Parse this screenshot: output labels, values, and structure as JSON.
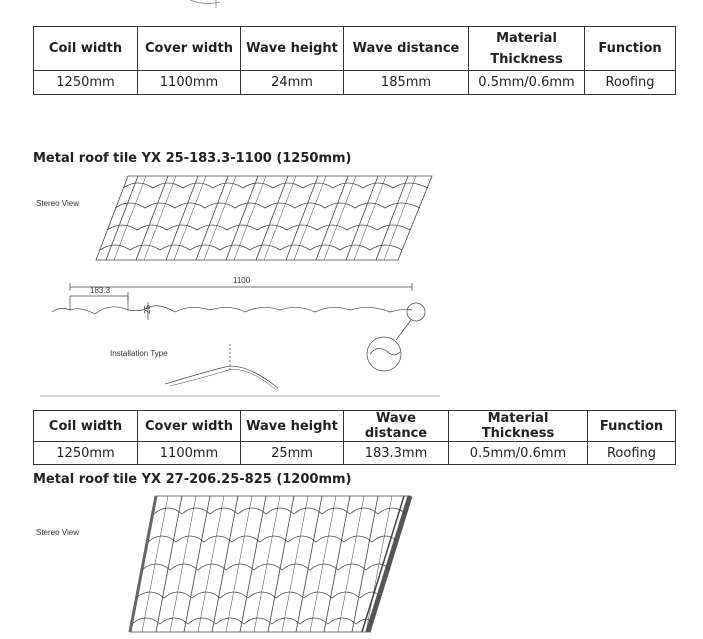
{
  "table1": {
    "headers": [
      "Coil width",
      "Cover width",
      "Wave height",
      "Wave distance",
      "Material Thickness",
      "Function"
    ],
    "values": [
      "1250mm",
      "1100mm",
      "24mm",
      "185mm",
      "0.5mm/0.6mm",
      "Roofing"
    ]
  },
  "section1": {
    "title": "Metal roof tile YX 25-183.3-1100 (1250mm)",
    "stereo_label": "Stereo View",
    "dim_total": "1100",
    "dim_pitch": "183.3",
    "dim_height": "25",
    "installation_label": "Installation Type"
  },
  "table2": {
    "headers": [
      "Coil width",
      "Cover width",
      "Wave height",
      "Wave distance",
      "Material Thickness",
      "Function"
    ],
    "values": [
      "1250mm",
      "1100mm",
      "25mm",
      "183.3mm",
      "0.5mm/0.6mm",
      "Roofing"
    ]
  },
  "section2": {
    "title": "Metal roof tile YX 27-206.25-825 (1200mm)",
    "stereo_label": "Stereo View"
  }
}
